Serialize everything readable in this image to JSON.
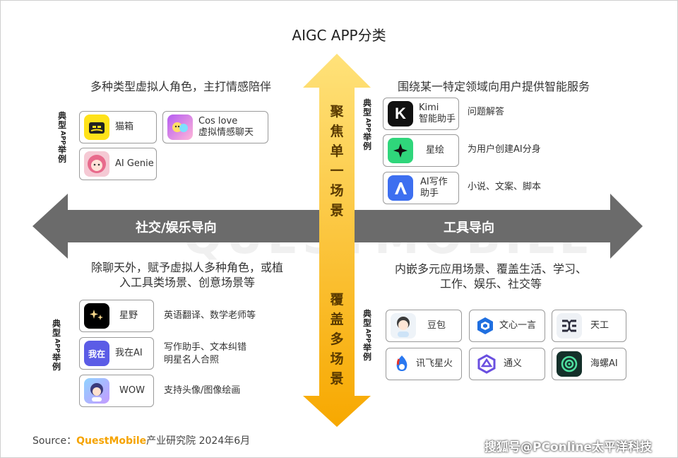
{
  "title": "AIGC APP分类",
  "axes": {
    "left": "社交/娱乐导向",
    "right": "工具导向",
    "top": [
      "聚",
      "焦",
      "单",
      "一",
      "场",
      "景"
    ],
    "bottom": [
      "覆",
      "盖",
      "多",
      "场",
      "景"
    ]
  },
  "watermark_text": "QUESTMOBILE",
  "quadrants": {
    "tl": {
      "desc": "多种类型虚拟人角色，主打情感陪伴",
      "label": [
        "典",
        "型",
        "APP",
        "举",
        "例"
      ],
      "apps": [
        {
          "name": "猫箱",
          "icon": "maoxiang-icon"
        },
        {
          "name_lines": [
            "Cos love",
            "虚拟情感聊天"
          ],
          "icon": "coslove-icon"
        },
        {
          "name": "AI Genie",
          "icon": "aigenie-icon"
        }
      ]
    },
    "tr": {
      "desc": "围绕某一特定领域向用户提供智能服务",
      "label": [
        "典",
        "型",
        "APP",
        "举",
        "例"
      ],
      "apps": [
        {
          "name_lines": [
            "Kimi",
            "智能助手"
          ],
          "note": "问题解答",
          "icon": "kimi-icon"
        },
        {
          "name": "星绘",
          "note": "为用户创建AI分身",
          "icon": "xinghui-icon"
        },
        {
          "name_lines": [
            "AI写作",
            "助手"
          ],
          "note": "小说、文案、脚本",
          "icon": "aixiezuo-icon"
        }
      ]
    },
    "bl": {
      "desc_lines": [
        "除聊天外，赋予虚拟人多种角色，或植",
        "入工具类场景、创意场景等"
      ],
      "label": [
        "典",
        "型",
        "APP",
        "举",
        "例"
      ],
      "apps": [
        {
          "name": "星野",
          "note_lines": [
            "英语翻译、数学老师等"
          ],
          "icon": "xingye-icon",
          "icon_text": ""
        },
        {
          "name": "我在AI",
          "note_lines": [
            "写作助手、文本纠错",
            "明星名人合照"
          ],
          "icon": "wozai-icon",
          "icon_text": "我在"
        },
        {
          "name": "WOW",
          "note_lines": [
            "支持头像/图像绘画"
          ],
          "icon": "wow-icon"
        }
      ]
    },
    "br": {
      "desc_lines": [
        "内嵌多元应用场景、覆盖生活、学习、",
        "工作、娱乐、社交等"
      ],
      "label": [
        "典",
        "型",
        "APP",
        "举",
        "例"
      ],
      "apps": [
        {
          "name": "豆包",
          "icon": "doubao-icon"
        },
        {
          "name": "文心一言",
          "icon": "wenxin-icon"
        },
        {
          "name": "天工",
          "icon": "tiangong-icon"
        },
        {
          "name": "讯飞星火",
          "icon": "xunfei-icon"
        },
        {
          "name": "通义",
          "icon": "tongyi-icon"
        },
        {
          "name": "海螺AI",
          "icon": "hailuo-icon"
        }
      ]
    }
  },
  "source": {
    "prefix": "Source：",
    "brand": "QuestMobile",
    "suffix": "产业研究院 2024年6月"
  },
  "footer_watermark": "搜狐号@PConline太平洋科技",
  "colors": {
    "h_arrow": "#6b6b6b",
    "v_arrow_top": "#ffe27a",
    "v_arrow_bottom": "#f7a800",
    "brand": "#f5a300"
  }
}
